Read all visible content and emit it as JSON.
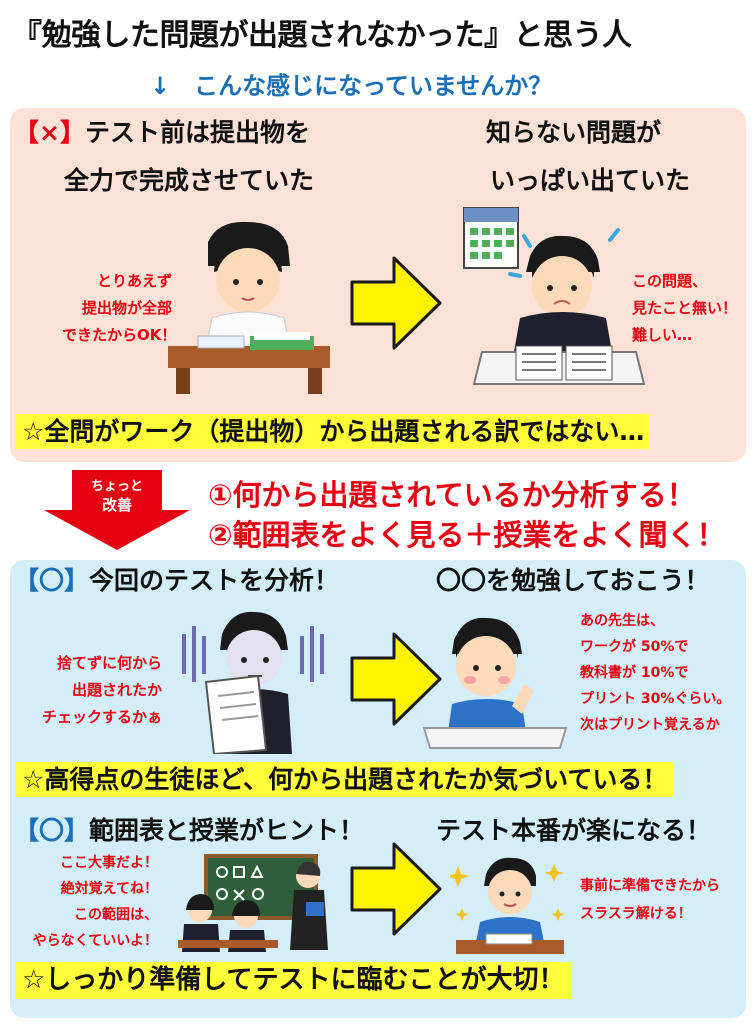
{
  "title": "『勉強した問題が出題されなかった』と思う人",
  "subtitle": "↓　こんな感じになっていませんか？",
  "bad_section": {
    "mark": "【×】",
    "heading_left_1": "テスト前は提出物を",
    "heading_left_2": "全力で完成させていた",
    "heading_right_1": "知らない問題が",
    "heading_right_2": "いっぱい出ていた",
    "speech_left": [
      "とりあえず",
      "提出物が全部",
      "できたからOK！"
    ],
    "speech_right": [
      "この問題、",
      "見たこと無い！",
      "難しい…"
    ],
    "highlight": "☆全問がワーク（提出物）から出題される訳ではない…"
  },
  "improve": {
    "arrow_label_1": "ちょっと",
    "arrow_label_2": "改善",
    "point_1": "①何から出題されているか分析する！",
    "point_2": "②範囲表をよく見る＋授業をよく聞く！"
  },
  "good_section": {
    "row1": {
      "mark": "【〇】",
      "heading_left": "今回のテストを分析！",
      "heading_right": "〇〇を勉強しておこう！",
      "speech_left": [
        "捨てずに何から",
        "出題されたか",
        "チェックするかぁ"
      ],
      "speech_right": [
        "あの先生は、",
        "ワークが 50%で",
        "教科書が 10%で",
        "プリント 30%ぐらい。",
        "次はプリント覚えるか"
      ],
      "highlight": "☆高得点の生徒ほど、何から出題されたか気づいている！"
    },
    "row2": {
      "mark": "【〇】",
      "heading_left": "範囲表と授業がヒント！",
      "heading_right": "テスト本番が楽になる！",
      "speech_left": [
        "ここ大事だよ！",
        "絶対覚えてね！",
        "この範囲は、",
        "やらなくていいよ！"
      ],
      "speech_right": [
        "事前に準備できたから",
        "スラスラ解ける！"
      ],
      "highlight": "☆しっかり準備してテストに臨むことが大切！"
    }
  },
  "colors": {
    "red": "#e60012",
    "blue": "#1a6fb5",
    "yellow_highlight": "#fffd3a",
    "arrow_yellow": "#fff200",
    "panel_bad": "#fbe1d6",
    "panel_good": "#d3edf9"
  }
}
